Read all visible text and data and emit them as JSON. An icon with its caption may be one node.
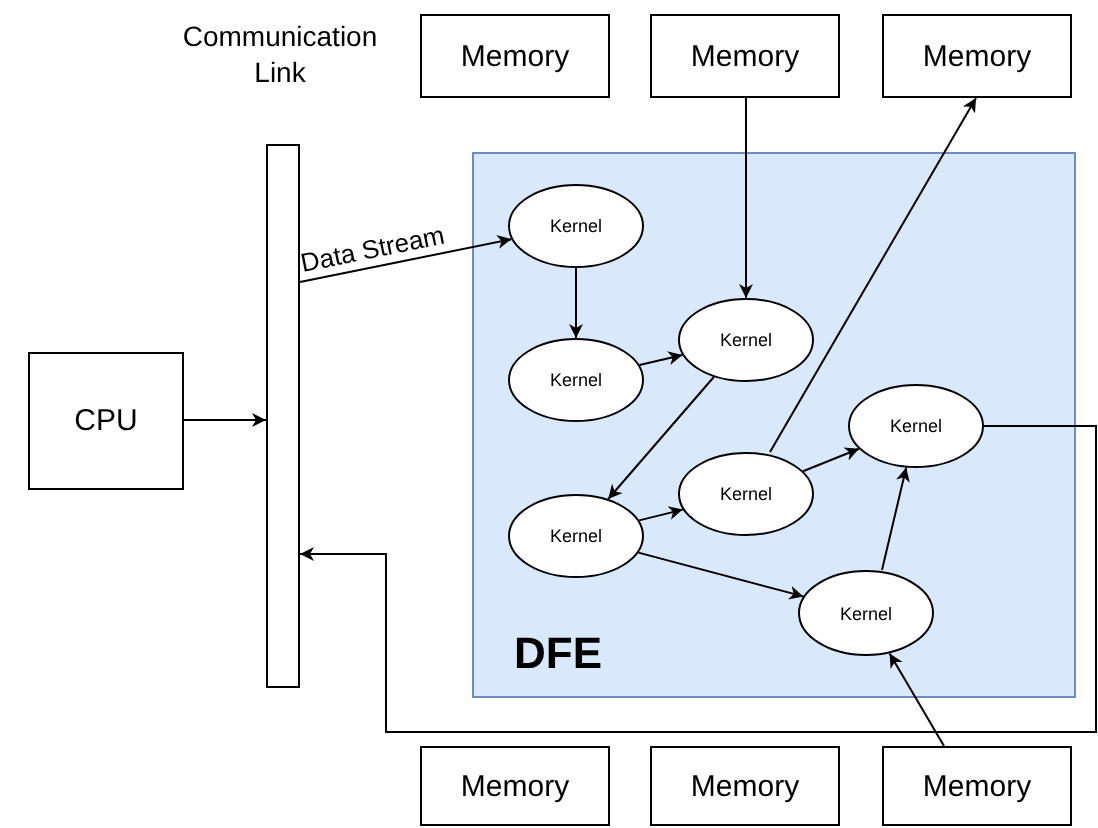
{
  "diagram": {
    "nodes": [
      {
        "text": [
          "Memory"
        ]
      },
      {
        "text": [
          "Memory"
        ]
      },
      {
        "text": [
          "Memory"
        ]
      },
      {
        "text": [
          "Communication Link"
        ]
      },
      {
        "text": [
          "CPU"
        ]
      },
      {
        "text": [
          "DFE"
        ]
      },
      {
        "text": [
          "Kernel"
        ],
        "in": 5
      },
      {
        "text": [
          "Kernel"
        ],
        "in": 5
      },
      {
        "text": [
          "Kernel"
        ],
        "in": 5
      },
      {
        "text": [
          "Kernel"
        ],
        "in": 5
      },
      {
        "text": [
          "Kernel"
        ],
        "in": 5
      },
      {
        "text": [
          "Kernel"
        ],
        "in": 5
      },
      {
        "text": [
          "Kernel"
        ],
        "in": 5
      },
      {
        "text": [
          "Memory"
        ]
      },
      {
        "text": [
          "Memory"
        ]
      },
      {
        "text": [
          "Memory"
        ]
      }
    ],
    "edges": [
      {
        "from": 3,
        "to": 6,
        "arrow": "to",
        "label": "Data Stream"
      },
      {
        "from": 4,
        "to": 3,
        "arrow": "to"
      },
      {
        "from": 6,
        "to": 7,
        "arrow": "to"
      },
      {
        "from": 1,
        "to": 8,
        "arrow": "to"
      },
      {
        "from": 7,
        "to": 8,
        "arrow": "to"
      },
      {
        "from": 8,
        "to": 11,
        "arrow": "to"
      },
      {
        "from": 11,
        "to": 10,
        "arrow": "to"
      },
      {
        "from": 10,
        "to": 2,
        "arrow": "to"
      },
      {
        "from": 10,
        "to": 9,
        "arrow": "to"
      },
      {
        "from": 11,
        "to": 12,
        "arrow": "to"
      },
      {
        "from": 12,
        "to": 9,
        "arrow": "to"
      },
      {
        "from": 15,
        "to": 12,
        "arrow": "to"
      },
      {
        "from": 9,
        "to": 3,
        "arrow": "to"
      }
    ]
  }
}
